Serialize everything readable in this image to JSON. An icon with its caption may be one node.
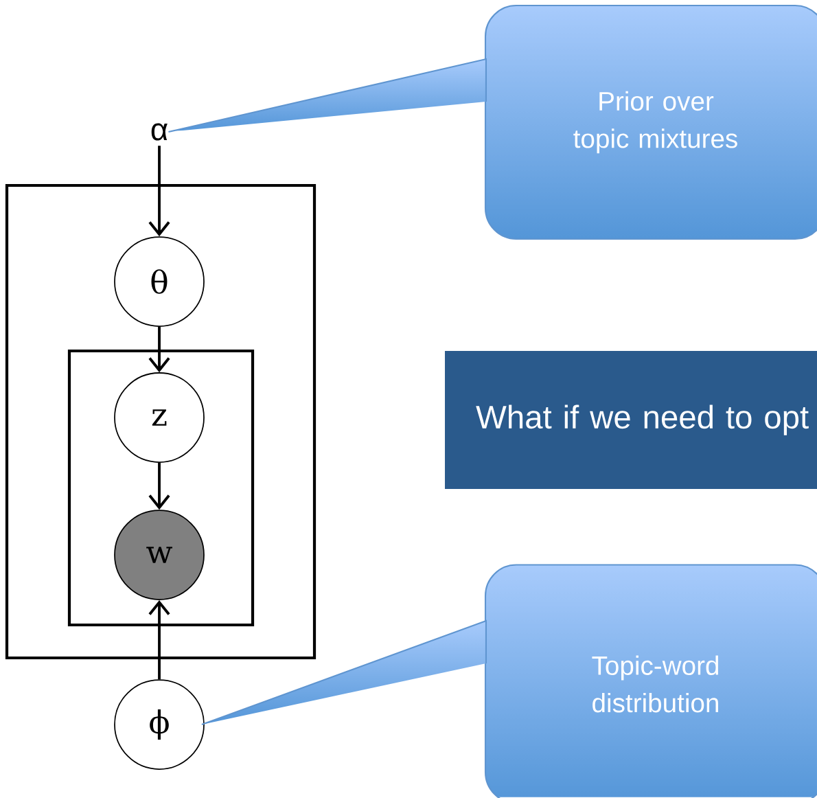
{
  "diagram": {
    "nodes": [
      {
        "text": [],
        "shape": "box"
      },
      {
        "text": [],
        "shape": "box",
        "in": 0
      },
      {
        "text": [
          "α"
        ]
      },
      {
        "text": [
          "θ"
        ],
        "in": 0
      },
      {
        "text": [
          "z"
        ],
        "in": 1
      },
      {
        "text": [
          "w"
        ],
        "in": 1
      },
      {
        "text": [
          "ϕ"
        ]
      },
      {
        "text": [
          "Prior over topic mixtures"
        ]
      },
      {
        "text": [
          "Topic-word distribution"
        ]
      },
      {
        "text": [
          "What if we need to opt"
        ]
      }
    ],
    "edges": [
      {
        "from": 2,
        "to": 3,
        "arrow": "to"
      },
      {
        "from": 3,
        "to": 4,
        "arrow": "to"
      },
      {
        "from": 4,
        "to": 5,
        "arrow": "to"
      },
      {
        "from": 6,
        "to": 5,
        "arrow": "to"
      },
      {
        "from": 7,
        "to": 2,
        "arrow": "none",
        "color": "#5f95d0"
      },
      {
        "from": 8,
        "to": 6,
        "arrow": "none",
        "color": "#5f95d0"
      }
    ]
  }
}
